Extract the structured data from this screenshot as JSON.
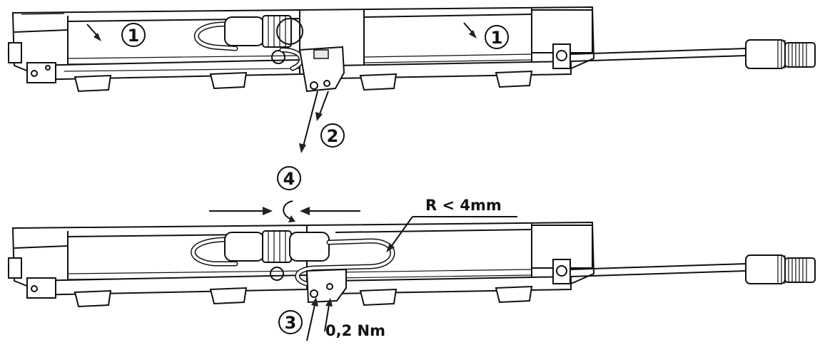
{
  "steps": {
    "step1_a": "1",
    "step1_b": "1",
    "step2": "2",
    "step3": "3",
    "step4": "4"
  },
  "annotations": {
    "bend_radius": "R < 4mm",
    "torque": "0,2 Nm"
  }
}
